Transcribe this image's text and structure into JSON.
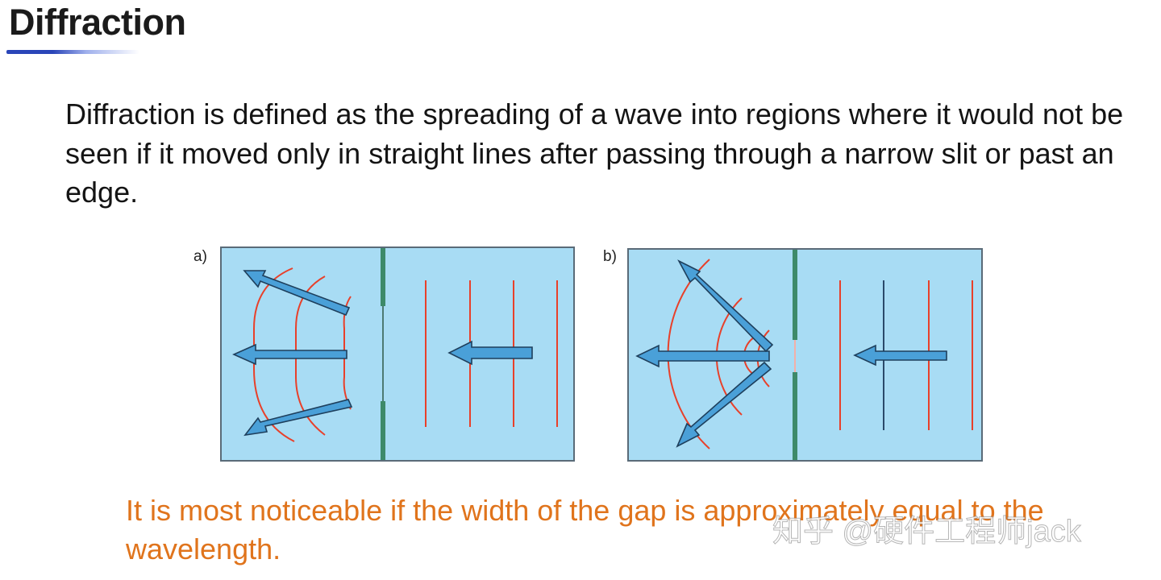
{
  "slide": {
    "title": "Diffraction",
    "definition": "Diffraction is defined as the spreading of a wave into regions where it would not be seen if it moved only in straight lines after passing through a narrow slit or past an edge.",
    "note": "It is most noticeable if the width of the gap is approximately equal to the wavelength."
  },
  "figure": {
    "panel_a_label": "a)",
    "panel_b_label": "b)"
  },
  "watermark": "知乎 @硬件工程师jack",
  "colors": {
    "title_underline": "#2a45b8",
    "note_text": "#e0741c",
    "water": "#a8dcf4",
    "wavefront_red": "#e8402a",
    "wavefront_dark": "#2a4a6a",
    "barrier": "#3d8a6a",
    "arrow": "#4aa0d8"
  }
}
